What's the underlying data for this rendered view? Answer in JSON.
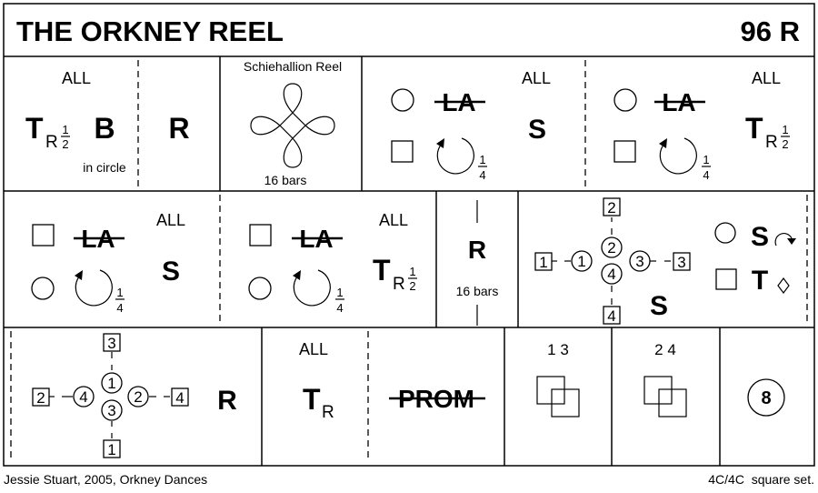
{
  "title": "THE ORKNEY REEL",
  "code": "96 R",
  "footer": {
    "credit": "Jessie Stuart, 2005, Orkney Dances",
    "set": "4C/4C  square set."
  },
  "labels": {
    "all": "ALL",
    "T": "T",
    "R": "R",
    "B": "B",
    "S": "S",
    "LA": "LA",
    "PROM": "PROM",
    "in_circle": "in circle",
    "schiehallion": "Schiehallion Reel",
    "bars16": "16 bars",
    "one": "1",
    "two": "2",
    "three": "3",
    "four": "4",
    "eight": "8",
    "pair13": "1 3",
    "pair24": "2 4"
  },
  "icons": [
    "circle-dancer-icon",
    "square-dancer-icon",
    "turn-arrow-icon",
    "diamond-icon",
    "loop-figure-icon"
  ]
}
